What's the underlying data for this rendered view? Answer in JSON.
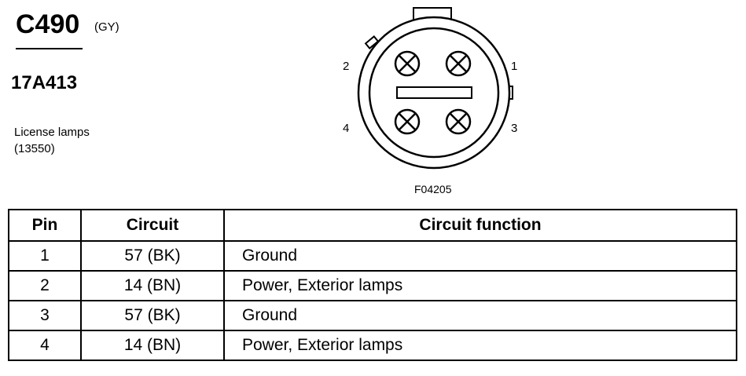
{
  "header": {
    "connector_id": "C490",
    "color_code": "(GY)",
    "part_number": "17A413",
    "description_line1": "License lamps",
    "description_line2": "(13550)"
  },
  "diagram": {
    "pin_labels": {
      "p1": "1",
      "p2": "2",
      "p3": "3",
      "p4": "4"
    },
    "figure_id": "F04205"
  },
  "table": {
    "headers": {
      "pin": "Pin",
      "circuit": "Circuit",
      "function": "Circuit function"
    },
    "rows": [
      {
        "pin": "1",
        "circuit": "57 (BK)",
        "function": "Ground"
      },
      {
        "pin": "2",
        "circuit": "14 (BN)",
        "function": "Power, Exterior lamps"
      },
      {
        "pin": "3",
        "circuit": "57 (BK)",
        "function": "Ground"
      },
      {
        "pin": "4",
        "circuit": "14 (BN)",
        "function": "Power, Exterior lamps"
      }
    ]
  }
}
